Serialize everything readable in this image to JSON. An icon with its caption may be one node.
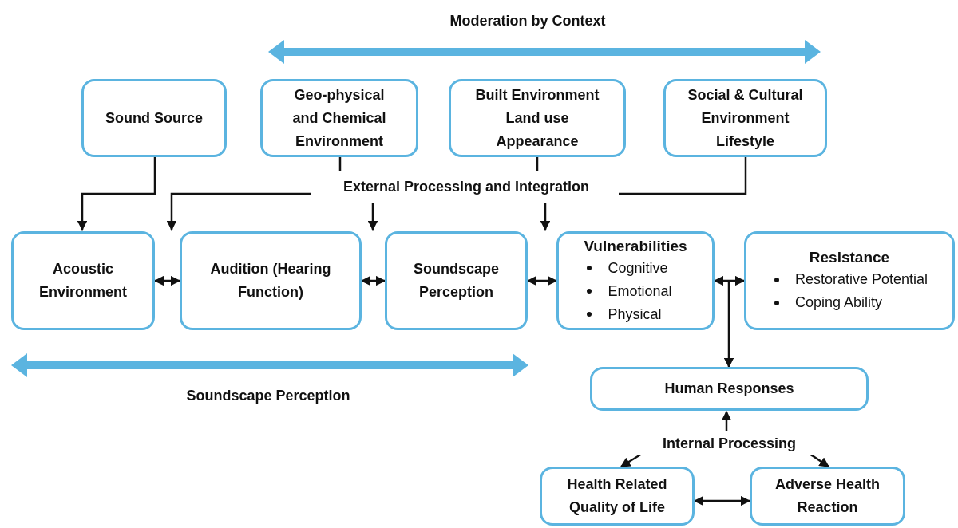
{
  "diagram": {
    "nodes": [
      {
        "text": [
          "Sound Source"
        ]
      },
      {
        "text": [
          "Geo-physical and Chemical Environment"
        ]
      },
      {
        "text": [
          "Built Environment Land use Appearance"
        ]
      },
      {
        "text": [
          "Social & Cultural Environment Lifestyle"
        ]
      },
      {
        "text": [
          "External Processing and Integration"
        ]
      },
      {
        "text": [
          "Acoustic Environment"
        ]
      },
      {
        "text": [
          "Audition (Hearing Function)"
        ]
      },
      {
        "text": [
          "Soundscape Perception"
        ]
      },
      {
        "text": [
          "Vulnerabilities",
          "Cognitive",
          "Emotional",
          "Physical"
        ]
      },
      {
        "text": [
          "Resistance",
          "Restorative Potential",
          "Coping Ability"
        ]
      },
      {
        "text": [
          "Human Responses"
        ]
      },
      {
        "text": [
          "Internal Processing"
        ]
      },
      {
        "text": [
          "Health Related Quality of Life"
        ]
      },
      {
        "text": [
          "Adverse Health Reaction"
        ]
      }
    ],
    "edges": [
      {
        "from": 0,
        "to": 5,
        "arrow": "to"
      },
      {
        "from": 1,
        "to": 4,
        "arrow": "none"
      },
      {
        "from": 2,
        "to": 4,
        "arrow": "none"
      },
      {
        "from": 3,
        "to": 4,
        "arrow": "none"
      },
      {
        "from": 4,
        "to": 5,
        "arrow": "to"
      },
      {
        "from": 4,
        "to": 7,
        "arrow": "to"
      },
      {
        "from": 4,
        "to": 8,
        "arrow": "to"
      },
      {
        "from": 5,
        "to": 6,
        "arrow": "both"
      },
      {
        "from": 6,
        "to": 7,
        "arrow": "both"
      },
      {
        "from": 7,
        "to": 8,
        "arrow": "both"
      },
      {
        "from": 8,
        "to": 9,
        "arrow": "both"
      },
      {
        "from": 8,
        "to": 10,
        "arrow": "to"
      },
      {
        "from": 9,
        "to": 10,
        "arrow": "to"
      },
      {
        "from": 11,
        "to": 10,
        "arrow": "to"
      },
      {
        "from": 11,
        "to": 12,
        "arrow": "to"
      },
      {
        "from": 11,
        "to": 13,
        "arrow": "to"
      },
      {
        "from": 12,
        "to": 13,
        "arrow": "both"
      }
    ],
    "labels": [
      "Moderation by Context",
      "Soundscape Perception"
    ]
  }
}
